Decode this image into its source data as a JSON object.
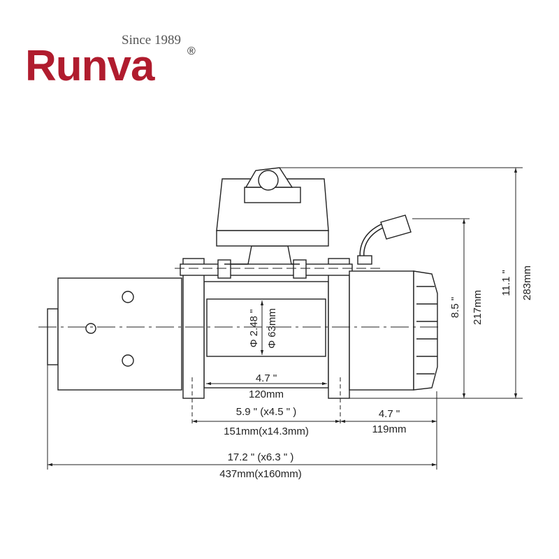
{
  "brand": {
    "name": "Runva",
    "tagline": "Since 1989",
    "registered": "®",
    "color": "#b01c2e"
  },
  "dimensions": {
    "drum_width_in": "4.7 \"",
    "drum_width_mm": "120mm",
    "mount_width_in": "5.9 \" (x4.5 \" )",
    "mount_width_mm": "151mm(x14.3mm)",
    "gearbox_width_in": "4.7 \"",
    "gearbox_width_mm": "119mm",
    "total_length_in": "17.2 \" (x6.3 \" )",
    "total_length_mm": "437mm(x160mm)",
    "height_body_in": "8.5 \"",
    "height_body_mm": "217mm",
    "height_total_in": "11.1 \"",
    "height_total_mm": "283mm",
    "drum_dia_in": "Φ 2.48 \"",
    "drum_dia_mm": "Φ 63mm"
  }
}
